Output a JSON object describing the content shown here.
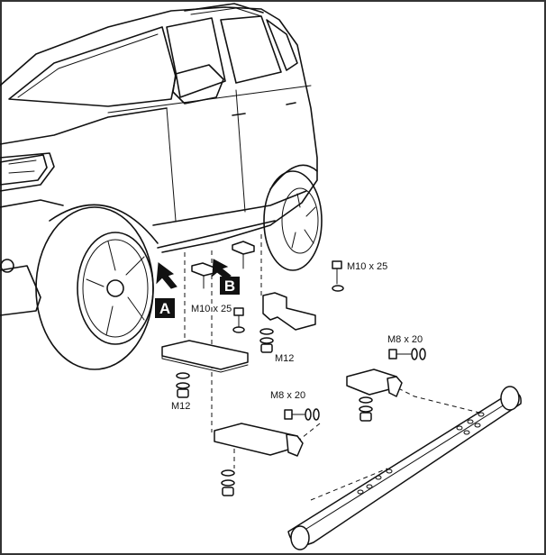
{
  "callouts": {
    "a": "A",
    "b": "B"
  },
  "labels": {
    "bolt_m10_top": "M10 x 25",
    "bolt_m10_left": "M10 x 25",
    "nut_m12_center": "M12",
    "nut_m12_left": "M12",
    "bolt_m8_right": "M8 x 20",
    "bolt_m8_center": "M8 x 20"
  }
}
